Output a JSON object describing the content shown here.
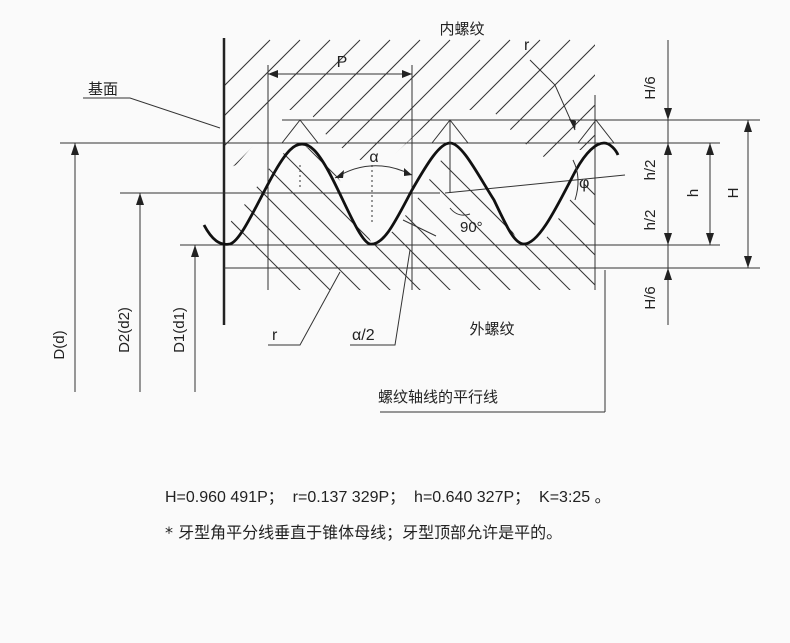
{
  "labels": {
    "internal_thread": "内螺纹",
    "external_thread": "外螺纹",
    "base_plane": "基面",
    "pitch": "P",
    "radius_top": "r",
    "radius_bottom": "r",
    "alpha": "α",
    "half_alpha": "α/2",
    "right_angle": "90°",
    "phi": "φ",
    "h_over_6_top": "H/6",
    "h_over_2_top": "h/2",
    "h_over_2_bottom": "h/2",
    "h_over_6_bottom": "H/6",
    "h": "h",
    "H": "H",
    "D": "D(d)",
    "D2": "D2(d2)",
    "D1": "D1(d1)",
    "axis_parallel": "螺纹轴线的平行线"
  },
  "formula": "H=0.960 491P；  r=0.137 329P；  h=0.640 327P；  K=3:25 。",
  "note": "* 牙型角平分线垂直于锥体母线；牙型顶部允许是平的。"
}
